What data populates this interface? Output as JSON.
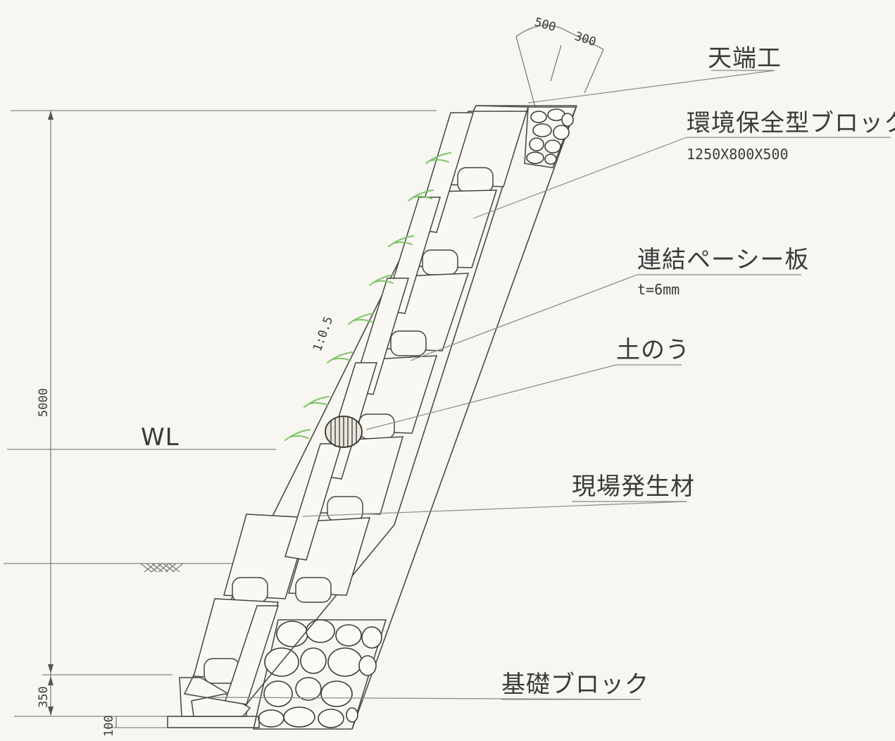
{
  "labels": {
    "crown": "天端工",
    "block": "環境保全型ブロック",
    "block_size": "1250X800X500",
    "plate": "連結ペーシー板",
    "plate_thickness": "t=6mm",
    "sandbag": "土のう",
    "backfill": "現場発生材",
    "foundation": "基礎ブロック",
    "water_level": "WL",
    "slope": "1:0.5"
  },
  "dimensions": {
    "top_width_1": "500",
    "top_width_2": "300",
    "height": "5000",
    "base_height": "350",
    "base_thickness": "100"
  },
  "colors": {
    "line": "#4a4a4a",
    "vegetation": "#7fc46a",
    "background": "#f7f6f1"
  }
}
